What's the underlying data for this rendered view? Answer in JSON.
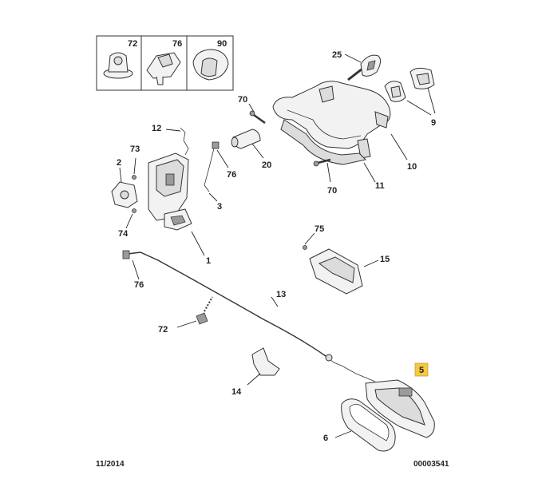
{
  "callouts": {
    "c1": "1",
    "c2": "2",
    "c3": "3",
    "c5": "5",
    "c6": "6",
    "c9": "9",
    "c10": "10",
    "c11": "11",
    "c12": "12",
    "c13": "13",
    "c14": "14",
    "c15": "15",
    "c20": "20",
    "c25": "25",
    "c70a": "70",
    "c70b": "70",
    "c72": "72",
    "c73": "73",
    "c74": "74",
    "c75": "75",
    "c76a": "76",
    "c76b": "76"
  },
  "inset": {
    "box1": "72",
    "box2": "76",
    "box3": "90"
  },
  "footer": {
    "date": "11/2014",
    "ref": "00003541"
  },
  "colors": {
    "highlight": "#f5c842"
  }
}
